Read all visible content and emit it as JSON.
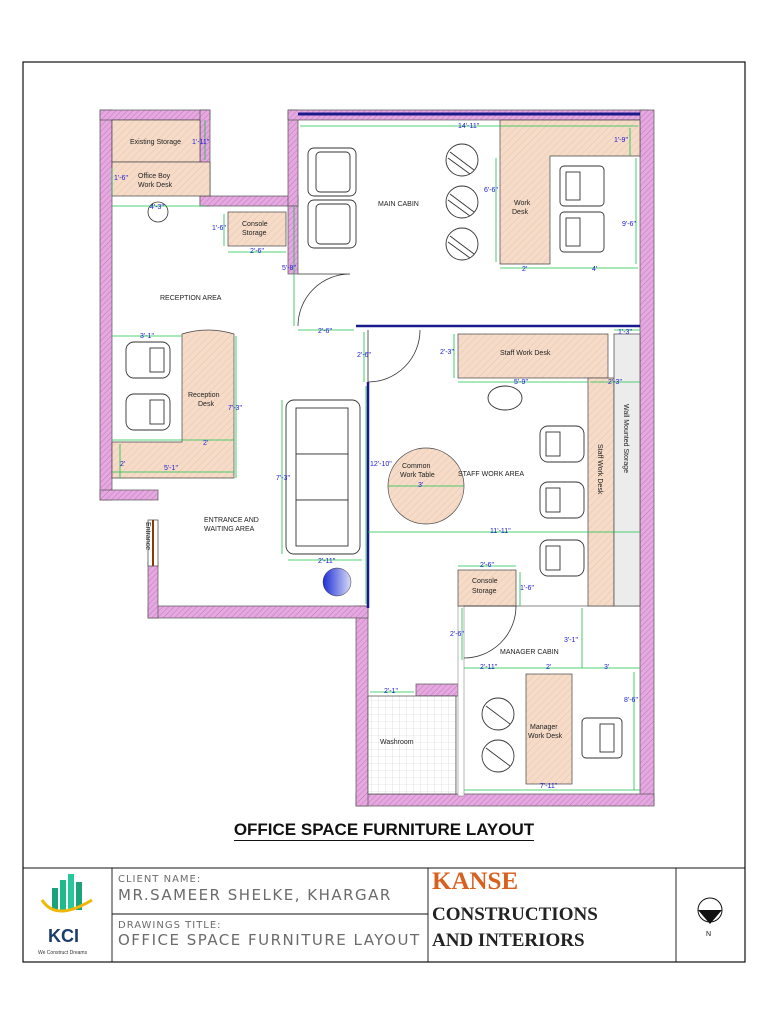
{
  "drawing": {
    "title": "OFFICE SPACE FURNITURE LAYOUT",
    "wall_color": "#e6a8e0",
    "dim_color": "#1a1ad8",
    "furniture_fill": "#f6dcc8"
  },
  "rooms": {
    "existing_storage": "Existing Storage",
    "office_boy_desk_1": "Office Boy",
    "office_boy_desk_2": "Work Desk",
    "console_storage_1": "Console",
    "console_storage_2": "Storage",
    "main_cabin": "MAIN CABIN",
    "work_desk_1": "Work",
    "work_desk_2": "Desk",
    "reception_area": "RECEPTION AREA",
    "reception_desk_1": "Reception",
    "reception_desk_2": "Desk",
    "staff_work_desk": "Staff Work Desk",
    "staff_work_area": "STAFF WORK AREA",
    "common_table_1": "Common",
    "common_table_2": "Work Table",
    "wall_mounted_storage": "Wall Mounted Storage",
    "staff_work_desk_v": "Staff Work Desk",
    "entrance_waiting_1": "ENTRANCE AND",
    "entrance_waiting_2": "WAITING AREA",
    "entrance": "Entrance",
    "console_storage2_1": "Console",
    "console_storage2_2": "Storage",
    "manager_cabin": "MANAGER CABIN",
    "manager_desk_1": "Manager",
    "manager_desk_2": "Work Desk",
    "washroom": "Washroom"
  },
  "dims": {
    "d_1_11": "1'-11\"",
    "d_1_6a": "1'-6\"",
    "d_4_3": "4'-3\"",
    "d_1_6b": "1'-6\"",
    "d_2_6a": "2'-6\"",
    "d_14_11": "14'-11\"",
    "d_1_9": "1'-9\"",
    "d_6_6": "6'-6\"",
    "d_9_6": "9'-6\"",
    "d_2a": "2'",
    "d_4": "4'",
    "d_5_8": "5'-8\"",
    "d_2_6b": "2'-6\"",
    "d_2_6c": "2'-6\"",
    "d_3_1a": "3'-1\"",
    "d_7_3a": "7'-3\"",
    "d_2b": "2'",
    "d_2c": "2'",
    "d_5_1": "5'-1\"",
    "d_2_3a": "2'-3\"",
    "d_1_3": "1'-3\"",
    "d_5_9": "5'-9\"",
    "d_2_3b": "2'-3\"",
    "d_12_10": "12'-10\"",
    "d_3": "3'",
    "d_7_3b": "7'-3\"",
    "d_11_11": "11'-11\"",
    "d_2_11a": "2'-11\"",
    "d_2_6d": "2'-6\"",
    "d_1_6c": "1'-6\"",
    "d_2_6e": "2'-6\"",
    "d_3_1b": "3'-1\"",
    "d_2_11b": "2'-11\"",
    "d_2d": "2'",
    "d_3b": "3'",
    "d_2_1": "2'-1\"",
    "d_8_6": "8'-6\"",
    "d_7_11": "7'-11\""
  },
  "title_block": {
    "client_label": "CLIENT NAME:",
    "client_name": "MR.SAMEER SHELKE, KHARGAR",
    "drawing_label": "DRAWINGS TITLE:",
    "drawing_title": "OFFICE SPACE FURNITURE LAYOUT",
    "company_1": "KANSE",
    "company_2": "CONSTRUCTIONS",
    "company_3": "AND INTERIORS",
    "logo_text": "KCI",
    "logo_tagline": "We Construct Dreams",
    "north_label": "N"
  }
}
